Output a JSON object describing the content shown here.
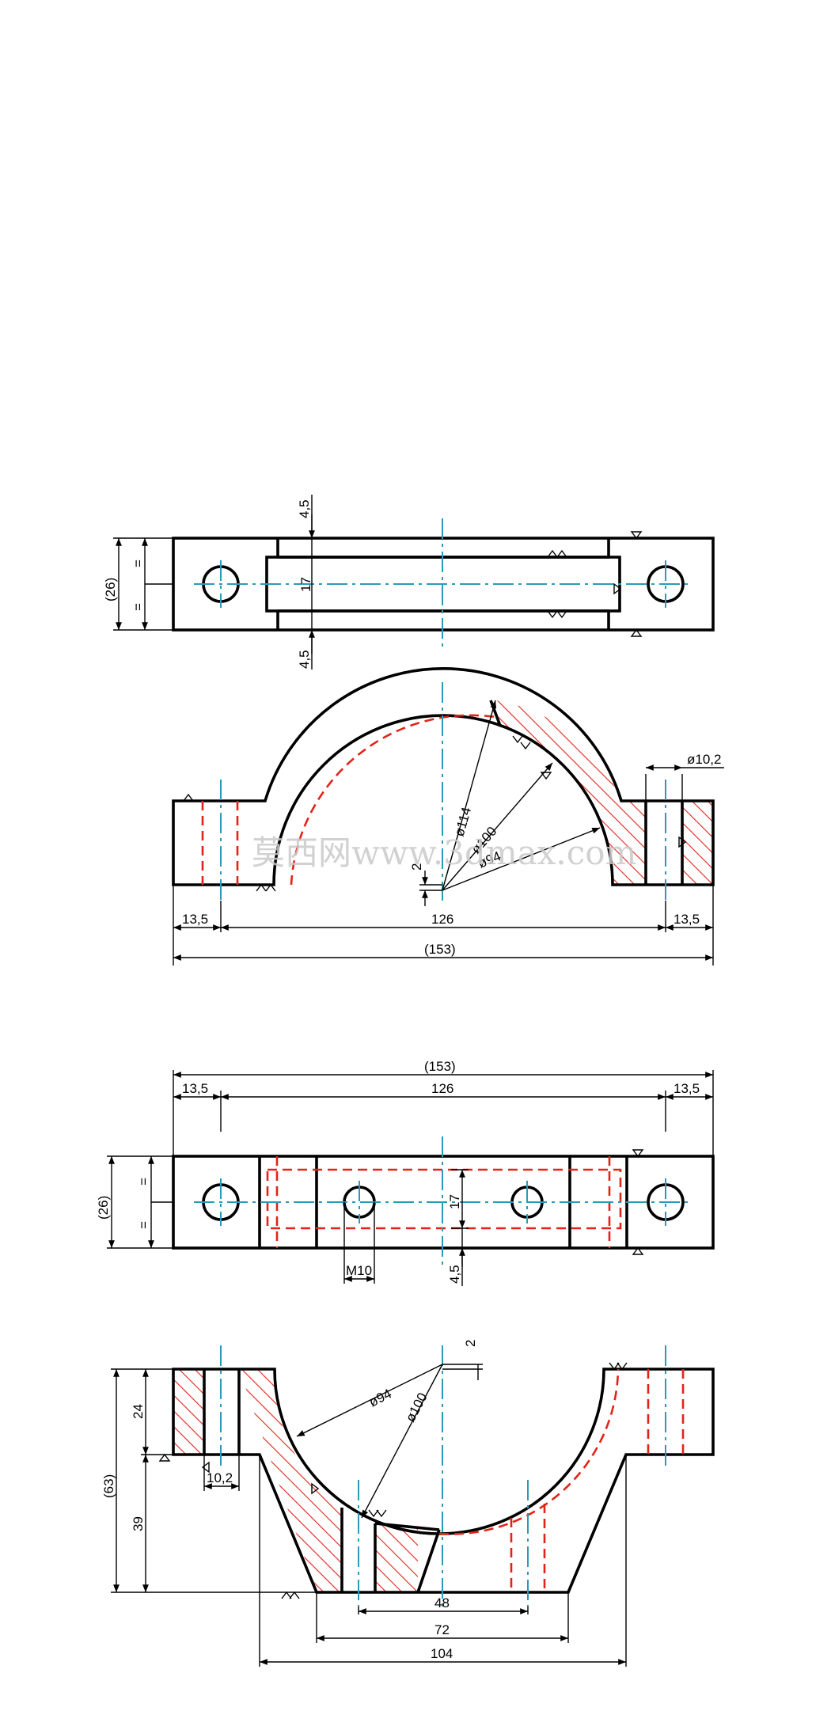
{
  "drawing": {
    "watermark": "莫西网www.3dmax.com",
    "colors": {
      "outline": "#000000",
      "centerline": "#2a9ab8",
      "hidden_line": "#e2231a",
      "hatch": "#e2231a"
    },
    "views": {
      "top_cap_plan": {
        "dims": {
          "d_4_5_top": "4,5",
          "d_4_5_bottom": "4,5",
          "d_17": "17",
          "d_26": "(26)",
          "eq1": "=",
          "eq2": "="
        }
      },
      "cap_front": {
        "dims": {
          "dia_114": "ø114",
          "dia_100": "ø100",
          "dia_94": "ø94",
          "dia_10_2": "ø10,2",
          "d_2": "2",
          "d_13_5_left": "13,5",
          "d_126": "126",
          "d_13_5_right": "13,5",
          "d_153": "(153)"
        }
      },
      "base_plan": {
        "dims": {
          "d_153": "(153)",
          "d_13_5_left": "13,5",
          "d_126": "126",
          "d_13_5_right": "13,5",
          "d_26": "(26)",
          "eq1": "=",
          "eq2": "=",
          "d_17": "17",
          "d_4_5": "4,5",
          "thread": "M10"
        }
      },
      "base_front": {
        "dims": {
          "d_2": "2",
          "dia_94": "ø94",
          "dia_100": "ø100",
          "d_24": "24",
          "d_63": "(63)",
          "d_39": "39",
          "d_10_2": "10,2",
          "d_48": "48",
          "d_72": "72",
          "d_104": "104"
        }
      }
    }
  }
}
